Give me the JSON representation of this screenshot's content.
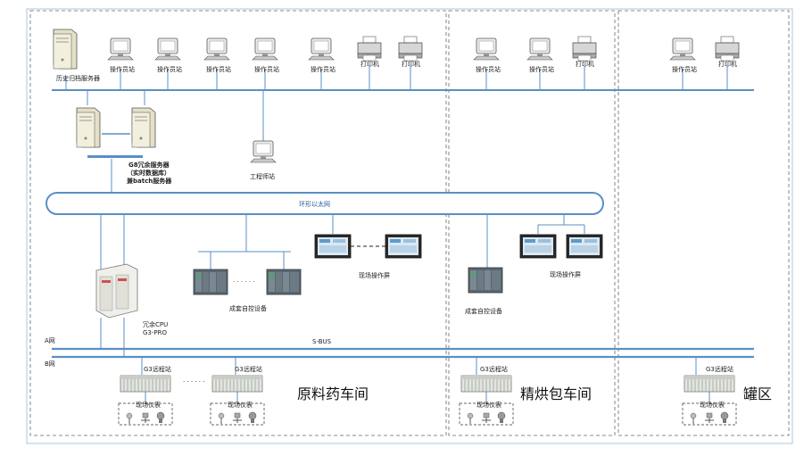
{
  "labels": {
    "operator_station": "操作员站",
    "printer": "打印机",
    "history_server": "历史归档服务器",
    "server_block": "G8冗余服务器\n（实时数据库）\n兼batch服务器",
    "engineer_station": "工程师站",
    "ring_ethernet": "环形以太网",
    "field_panel_1": "现场操作屏",
    "field_panel_2": "现场操作屏",
    "controller_1": "成套自控设备",
    "controller_2": "成套自控设备",
    "cpu_label": "冗余CPU\nG3-PRO",
    "network_a": "A网",
    "network_b": "B网",
    "sbus": "S-BUS",
    "remote_station": "G3远程站",
    "field_instrument": "现场仪表",
    "dots": "· · · · · ·"
  },
  "zones": {
    "zone1": "原料药车间",
    "zone2": "精烘包车间",
    "zone3": "罐区"
  }
}
